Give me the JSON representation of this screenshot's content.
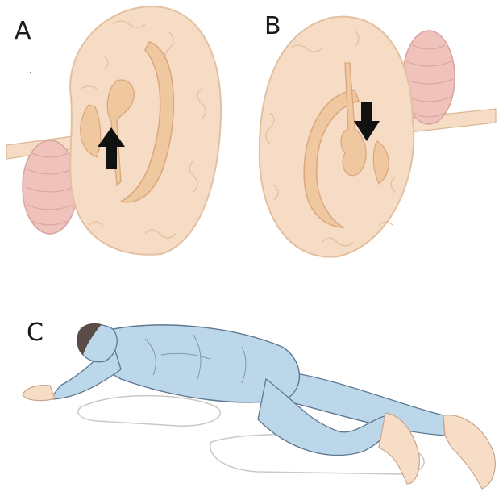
{
  "panels": {
    "a": {
      "label": "A"
    },
    "b": {
      "label": "B"
    },
    "c": {
      "label": "C"
    }
  },
  "colors": {
    "brain": "#f6dcc4",
    "brain_outline": "#e2c0a0",
    "ventricle": "#f0c8a0",
    "ventricle_outline": "#d9a77e",
    "cerebellum": "#efc2bc",
    "cerebellum_line": "#d9a39e",
    "arrow": "#111111",
    "pajamas": "#bcd6ea",
    "pajamas_line": "#5d7890",
    "skin": "#f7dcc6",
    "hair": "#5a4a48",
    "pillow": "#ffffff",
    "pillow_line": "#c9c9c9"
  }
}
